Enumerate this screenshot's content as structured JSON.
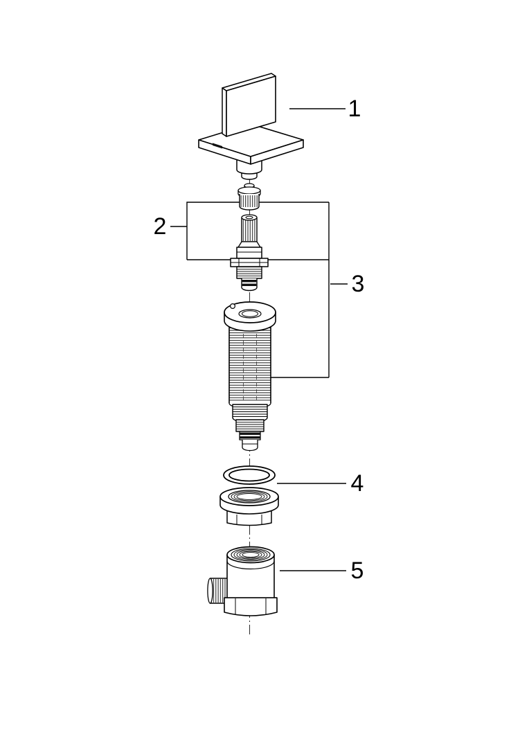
{
  "diagram": {
    "type": "exploded-parts-diagram",
    "part_labels": [
      "1",
      "2",
      "3",
      "4",
      "5"
    ],
    "colors": {
      "line": "#000000",
      "background": "#ffffff",
      "seal_dark": "#111111"
    }
  }
}
